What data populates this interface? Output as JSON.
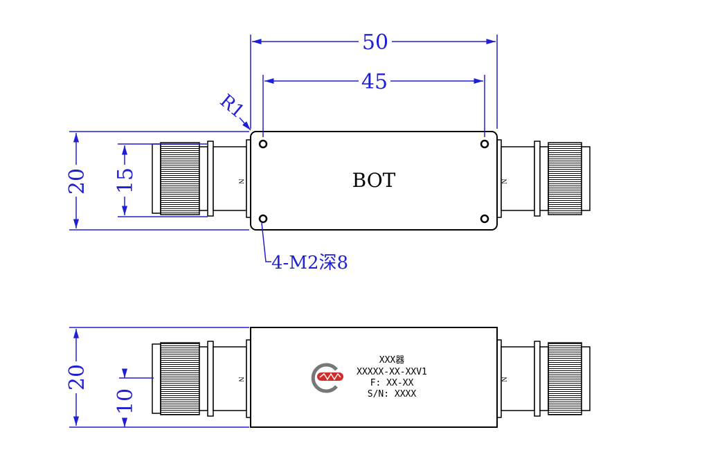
{
  "dimensions": {
    "width_50": "50",
    "width_45": "45",
    "radius": "R1",
    "height_20_top": "20",
    "height_15": "15",
    "holes": "4-M2深8",
    "height_20_bottom": "20",
    "height_10": "10"
  },
  "top_view": {
    "center_label": "BOT",
    "connector_left": "N",
    "connector_right": "N"
  },
  "bottom_view": {
    "connector_left": "N",
    "connector_right": "N",
    "label_lines": [
      "XXX器",
      "XXXXX-XX-XXV1",
      "F: XX-XX",
      "S/N: XXXX"
    ]
  },
  "colors": {
    "dimension": "#1f1fd6",
    "outline": "#000000",
    "logo_red": "#d42a2a",
    "logo_gray": "#777777"
  }
}
